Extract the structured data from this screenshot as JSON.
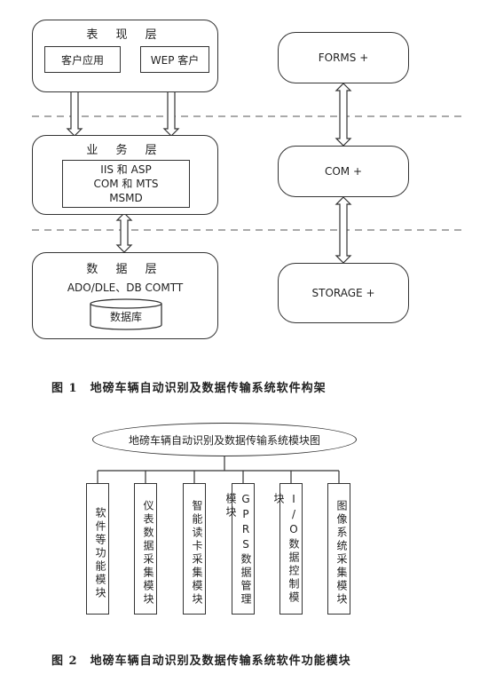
{
  "figure1": {
    "presentation": {
      "title": "表 现 层",
      "client_app": "客户应用",
      "web_client": "WEP 客户"
    },
    "business": {
      "title": "业 务 层",
      "line1": "IIS 和 ASP",
      "line2": "COM 和 MTS",
      "line3": "MSMD"
    },
    "data": {
      "title": "数 据 层",
      "subtitle": "ADO/DLE、DB COMTT",
      "database": "数据库"
    },
    "right": {
      "forms": "FORMS +",
      "com": "COM +",
      "storage": "STORAGE +"
    },
    "caption_num": "图 1",
    "caption_text": "地磅车辆自动识别及数据传输系统软件构架"
  },
  "figure2": {
    "root": "地磅车辆自动识别及数据传输系统模块图",
    "modules": [
      "软件等功能模块",
      "仪表数据采集模块",
      "智能读卡采集模块",
      "GPRS数据管理模块",
      "I/O数据控制模块",
      "图像系统采集模块"
    ],
    "caption_num": "图 2",
    "caption_text": "地磅车辆自动识别及数据传输系统软件功能模块"
  }
}
